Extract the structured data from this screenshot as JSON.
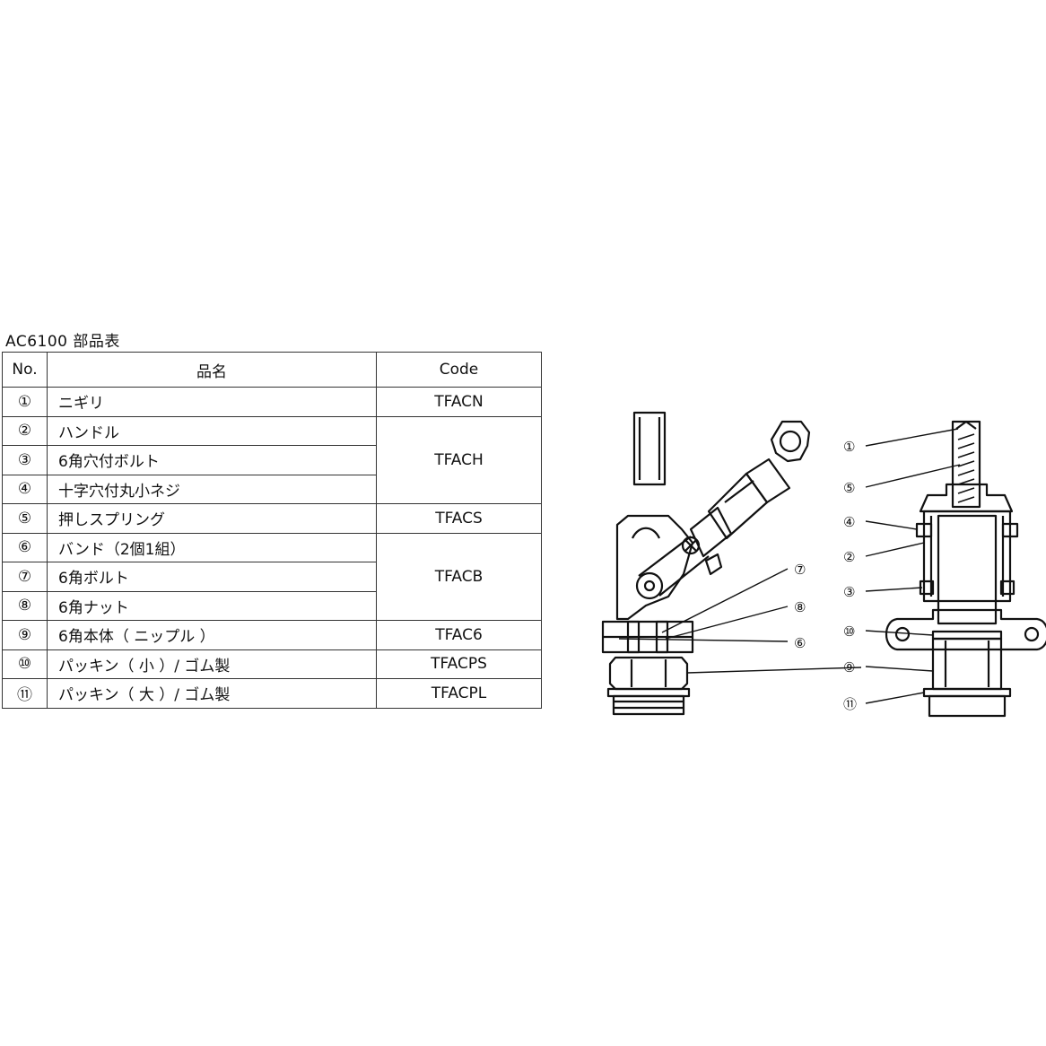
{
  "title": "AC6100 部品表",
  "table": {
    "headers": {
      "no": "No.",
      "name": "品名",
      "code": "Code"
    },
    "rows": [
      {
        "no": "①",
        "name": "ニギリ",
        "code": "TFACN",
        "span": 1
      },
      {
        "no": "②",
        "name": "ハンドル",
        "code": "TFACH",
        "span": 3
      },
      {
        "no": "③",
        "name": "6角穴付ボルト"
      },
      {
        "no": "④",
        "name": "十字穴付丸小ネジ"
      },
      {
        "no": "⑤",
        "name": "押しスプリング",
        "code": "TFACS",
        "span": 1
      },
      {
        "no": "⑥",
        "name": "バンド（2個1組）",
        "code": "TFACB",
        "span": 3
      },
      {
        "no": "⑦",
        "name": "6角ボルト"
      },
      {
        "no": "⑧",
        "name": "6角ナット"
      },
      {
        "no": "⑨",
        "name": "6角本体（ ニップル ）",
        "code": "TFAC6",
        "span": 1
      },
      {
        "no": "⑩",
        "name": "パッキン（ 小 ）/ ゴム製",
        "code": "TFACPS",
        "span": 1
      },
      {
        "no": "⑪",
        "name": "パッキン（ 大 ）/ ゴム製",
        "code": "TFACPL",
        "span": 1
      }
    ]
  },
  "diagram_labels": {
    "left": [
      "⑦",
      "⑧",
      "⑥"
    ],
    "right": [
      "①",
      "⑤",
      "④",
      "②",
      "③",
      "⑩",
      "⑨",
      "⑪"
    ]
  }
}
